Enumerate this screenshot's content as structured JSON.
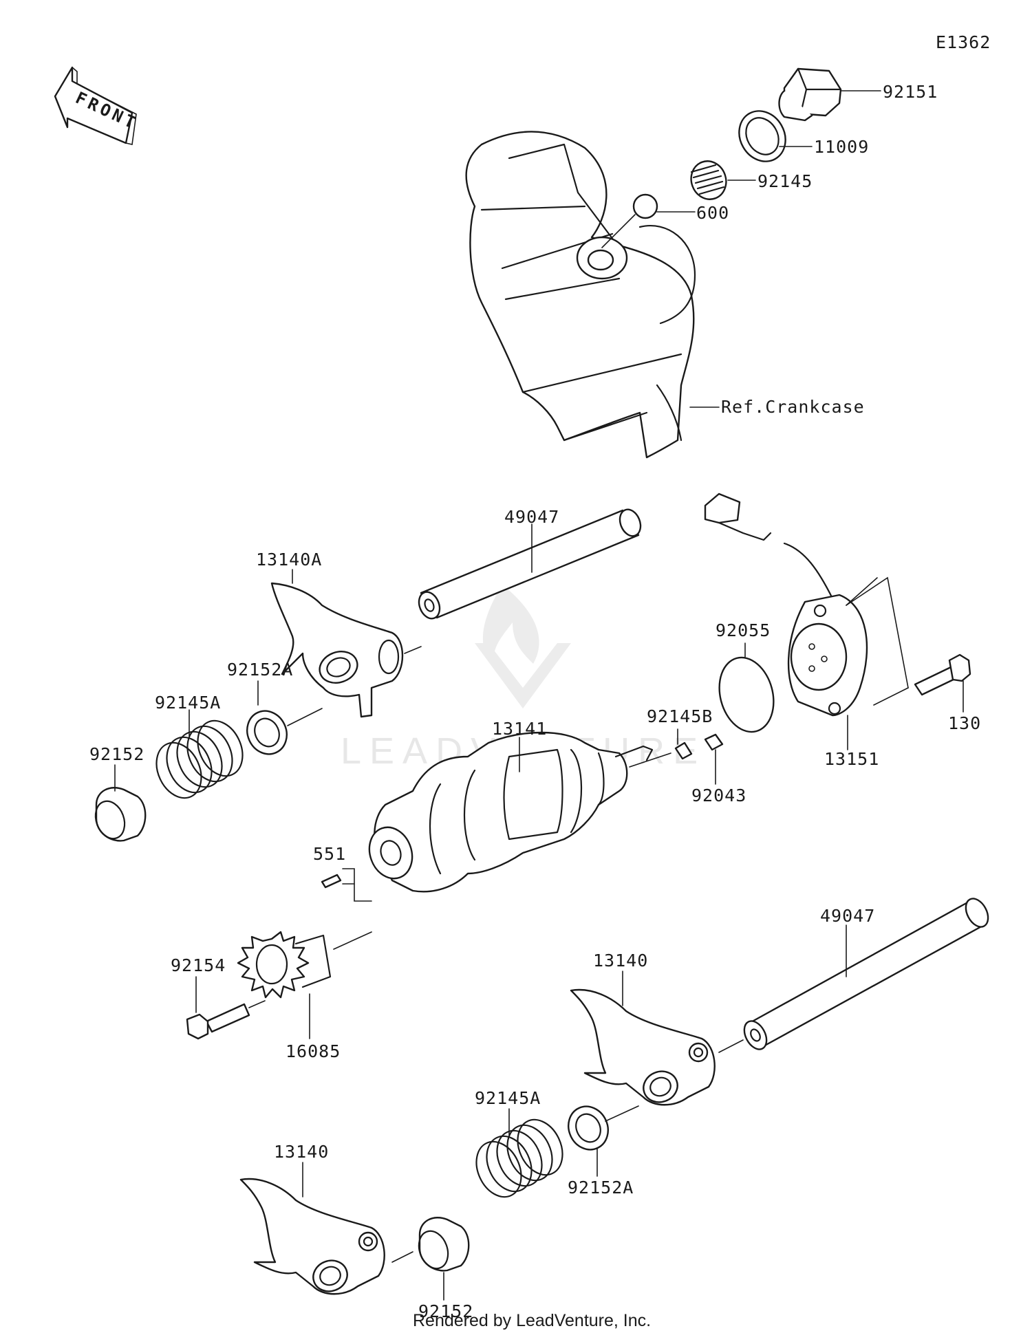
{
  "diagram_code": "E1362",
  "front_label": "FRONT",
  "watermark": "LEADVENTURE",
  "footer": "Rendered by LeadVenture, Inc.",
  "parts": {
    "p92151": "92151",
    "p11009": "11009",
    "p92145": "92145",
    "p600": "600",
    "ref_crankcase": "Ref.Crankcase",
    "p49047_top": "49047",
    "p13140A": "13140A",
    "p92152A_top": "92152A",
    "p92145A_top": "92145A",
    "p92152_top": "92152",
    "p92055": "92055",
    "p130": "130",
    "p13151": "13151",
    "p92145B": "92145B",
    "p92043": "92043",
    "p13141": "13141",
    "p551": "551",
    "p92154": "92154",
    "p16085": "16085",
    "p49047_bottom": "49047",
    "p13140_mid": "13140",
    "p92145A_bottom": "92145A",
    "p92152A_bottom": "92152A",
    "p13140_bottom": "13140",
    "p92152_bottom": "92152"
  }
}
